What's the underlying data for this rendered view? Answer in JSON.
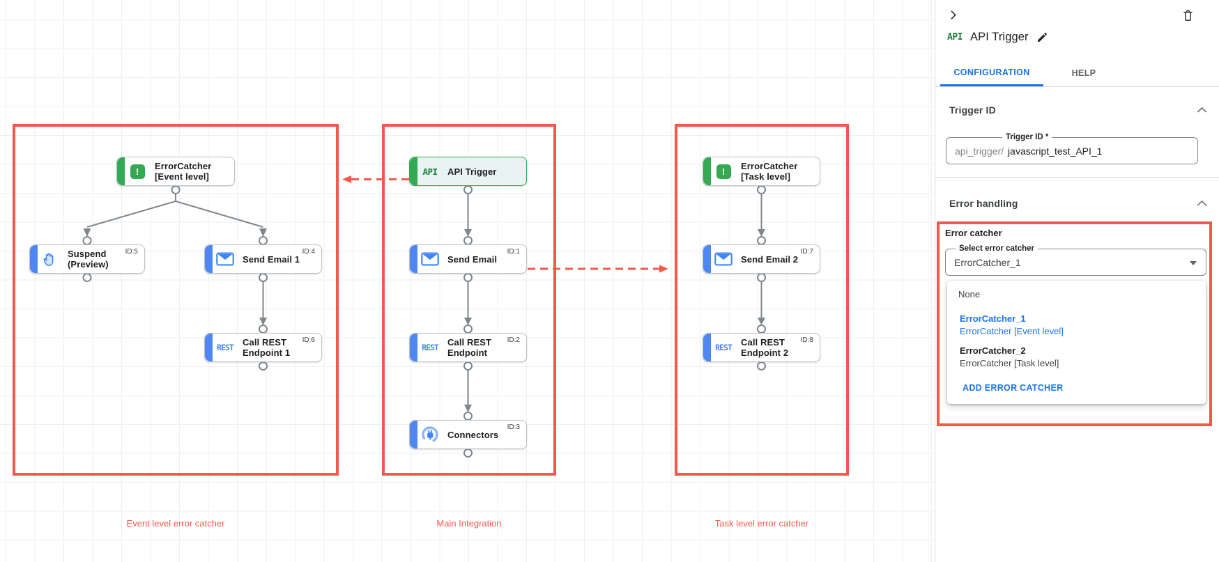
{
  "canvas": {
    "groups": {
      "event": {
        "label": "Event level error catcher"
      },
      "main": {
        "label": "Main Integration"
      },
      "task": {
        "label": "Task level error catcher"
      }
    },
    "icons": {
      "error_glyph": "!",
      "api_logo": "API",
      "rest_logo": "REST"
    },
    "nodes": {
      "ec_event": {
        "line1": "ErrorCatcher",
        "line2": "[Event level]"
      },
      "suspend": {
        "line1": "Suspend",
        "line2": "(Preview)",
        "id": "ID:5"
      },
      "send_email_1": {
        "title": "Send Email 1",
        "id": "ID:4"
      },
      "call_rest_1": {
        "line1": "Call REST",
        "line2": "Endpoint 1",
        "id": "ID:6"
      },
      "api_trigger": {
        "title": "API Trigger"
      },
      "send_email": {
        "title": "Send Email",
        "id": "ID:1"
      },
      "call_rest": {
        "line1": "Call REST",
        "line2": "Endpoint",
        "id": "ID:2"
      },
      "connectors": {
        "title": "Connectors",
        "id": "ID:3"
      },
      "ec_task": {
        "line1": "ErrorCatcher",
        "line2": "[Task level]"
      },
      "send_email_2": {
        "title": "Send Email 2",
        "id": "ID:7"
      },
      "call_rest_2": {
        "line1": "Call REST",
        "line2": "Endpoint 2",
        "id": "ID:8"
      }
    }
  },
  "panel": {
    "title": "API Trigger",
    "logo": "API",
    "tabs": {
      "configuration": "CONFIGURATION",
      "help": "HELP"
    },
    "trigger_section": {
      "heading": "Trigger ID",
      "field_label": "Trigger ID *",
      "field_prefix": "api_trigger/",
      "field_value": "javascript_test_API_1"
    },
    "error_section": {
      "heading": "Error handling",
      "group_label": "Error catcher",
      "select_label": "Select error catcher",
      "select_value": "ErrorCatcher_1",
      "menu": {
        "none": "None",
        "opt1_title": "ErrorCatcher_1",
        "opt1_sub": "ErrorCatcher [Event level]",
        "opt2_title": "ErrorCatcher_2",
        "opt2_sub": "ErrorCatcher [Task level]",
        "add_label": "ADD ERROR CATCHER"
      }
    }
  },
  "colors": {
    "annotation_red": "#f4574c",
    "dot_red": "#d93025",
    "task_blue": "#4e87f2",
    "trigger_green": "#34a853",
    "link_blue": "#1a73e8"
  }
}
